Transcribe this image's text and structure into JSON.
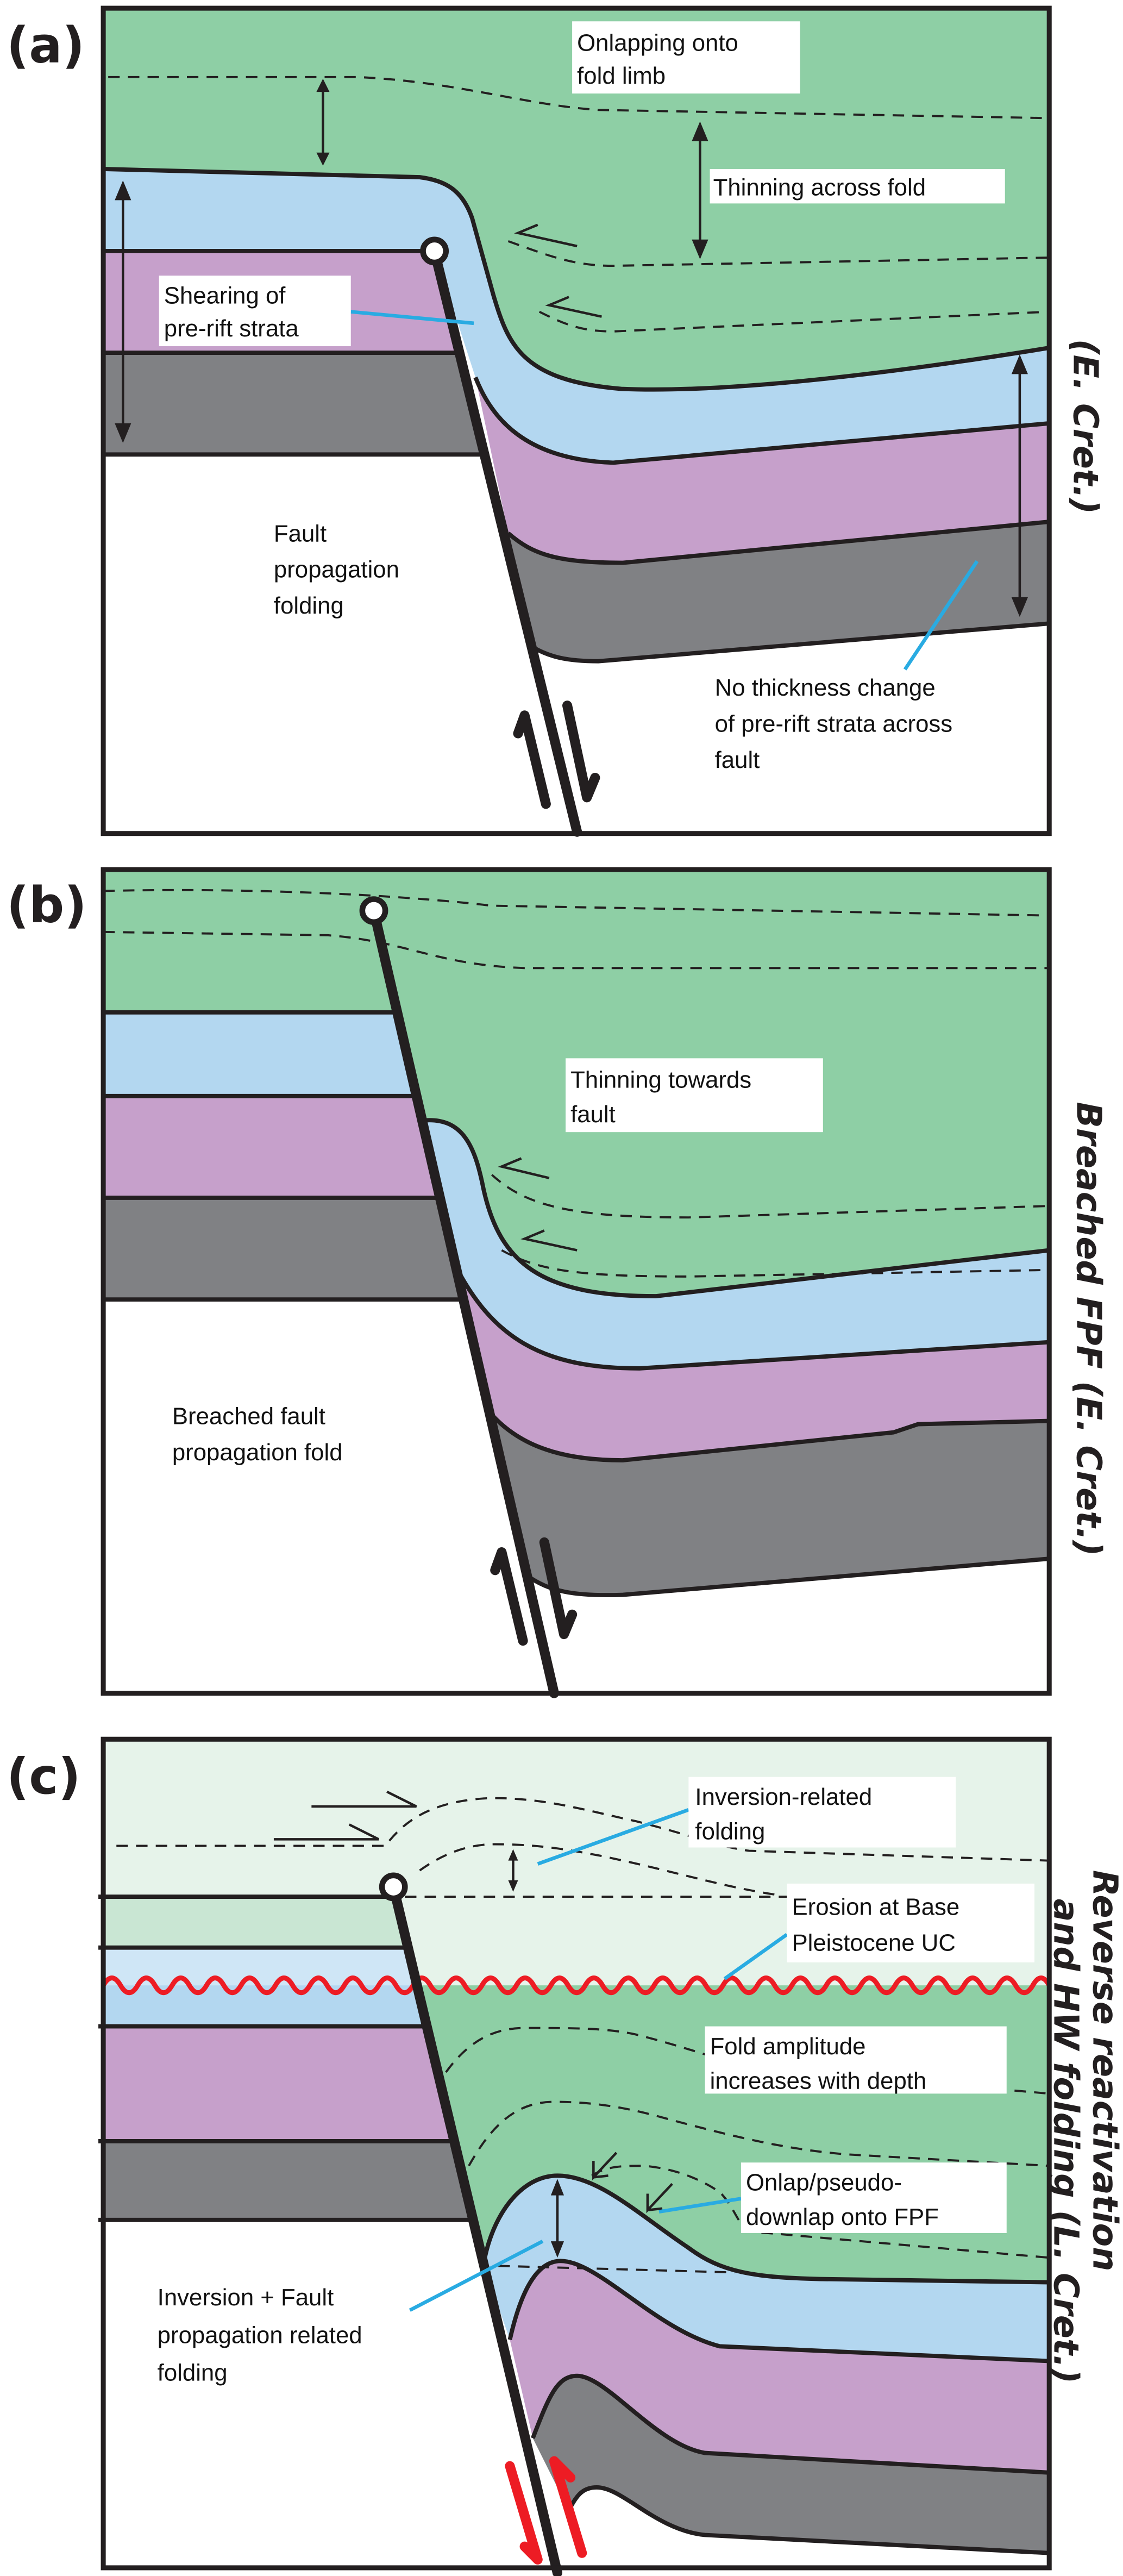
{
  "colors": {
    "syn_rift_green": "#8ecfa5",
    "post_rift_light_green": "#e6f3ea",
    "pale_green": "#c9e6d3",
    "pale_blue": "#cfe6f6",
    "blue": "#b3d7f0",
    "purple": "#c6a0cb",
    "grey": "#808184",
    "leader_blue": "#29abe2",
    "erosion_red": "#ed1c24"
  },
  "panels": {
    "a": {
      "letter": "(a)",
      "side_label": "(E. Cret.)",
      "onlap": [
        "Onlapping onto",
        "fold limb"
      ],
      "thinning": "Thinning across fold",
      "shearing": [
        "Shearing of",
        "pre-rift strata"
      ],
      "fpf": [
        "Fault",
        "propagation",
        "folding"
      ],
      "no_thickness": [
        "No thickness change",
        "of pre-rift strata across",
        "fault"
      ]
    },
    "b": {
      "letter": "(b)",
      "side_label": "Breached FPF (E. Cret.)",
      "thinning": [
        "Thinning towards",
        "fault"
      ],
      "breached": [
        "Breached fault",
        "propagation fold"
      ]
    },
    "c": {
      "letter": "(c)",
      "side_label": [
        "Reverse reactivation",
        "and HW folding (L. Cret.)"
      ],
      "inversion_folding": [
        "Inversion-related",
        "folding"
      ],
      "erosion": [
        "Erosion at Base",
        "Pleistocene UC"
      ],
      "fold_amplitude": [
        "Fold amplitude",
        "increases with depth"
      ],
      "onlap": [
        "Onlap/pseudo-",
        "downlap onto FPF"
      ],
      "inversion_fpf": [
        "Inversion + Fault",
        "propagation related",
        "folding"
      ]
    }
  }
}
